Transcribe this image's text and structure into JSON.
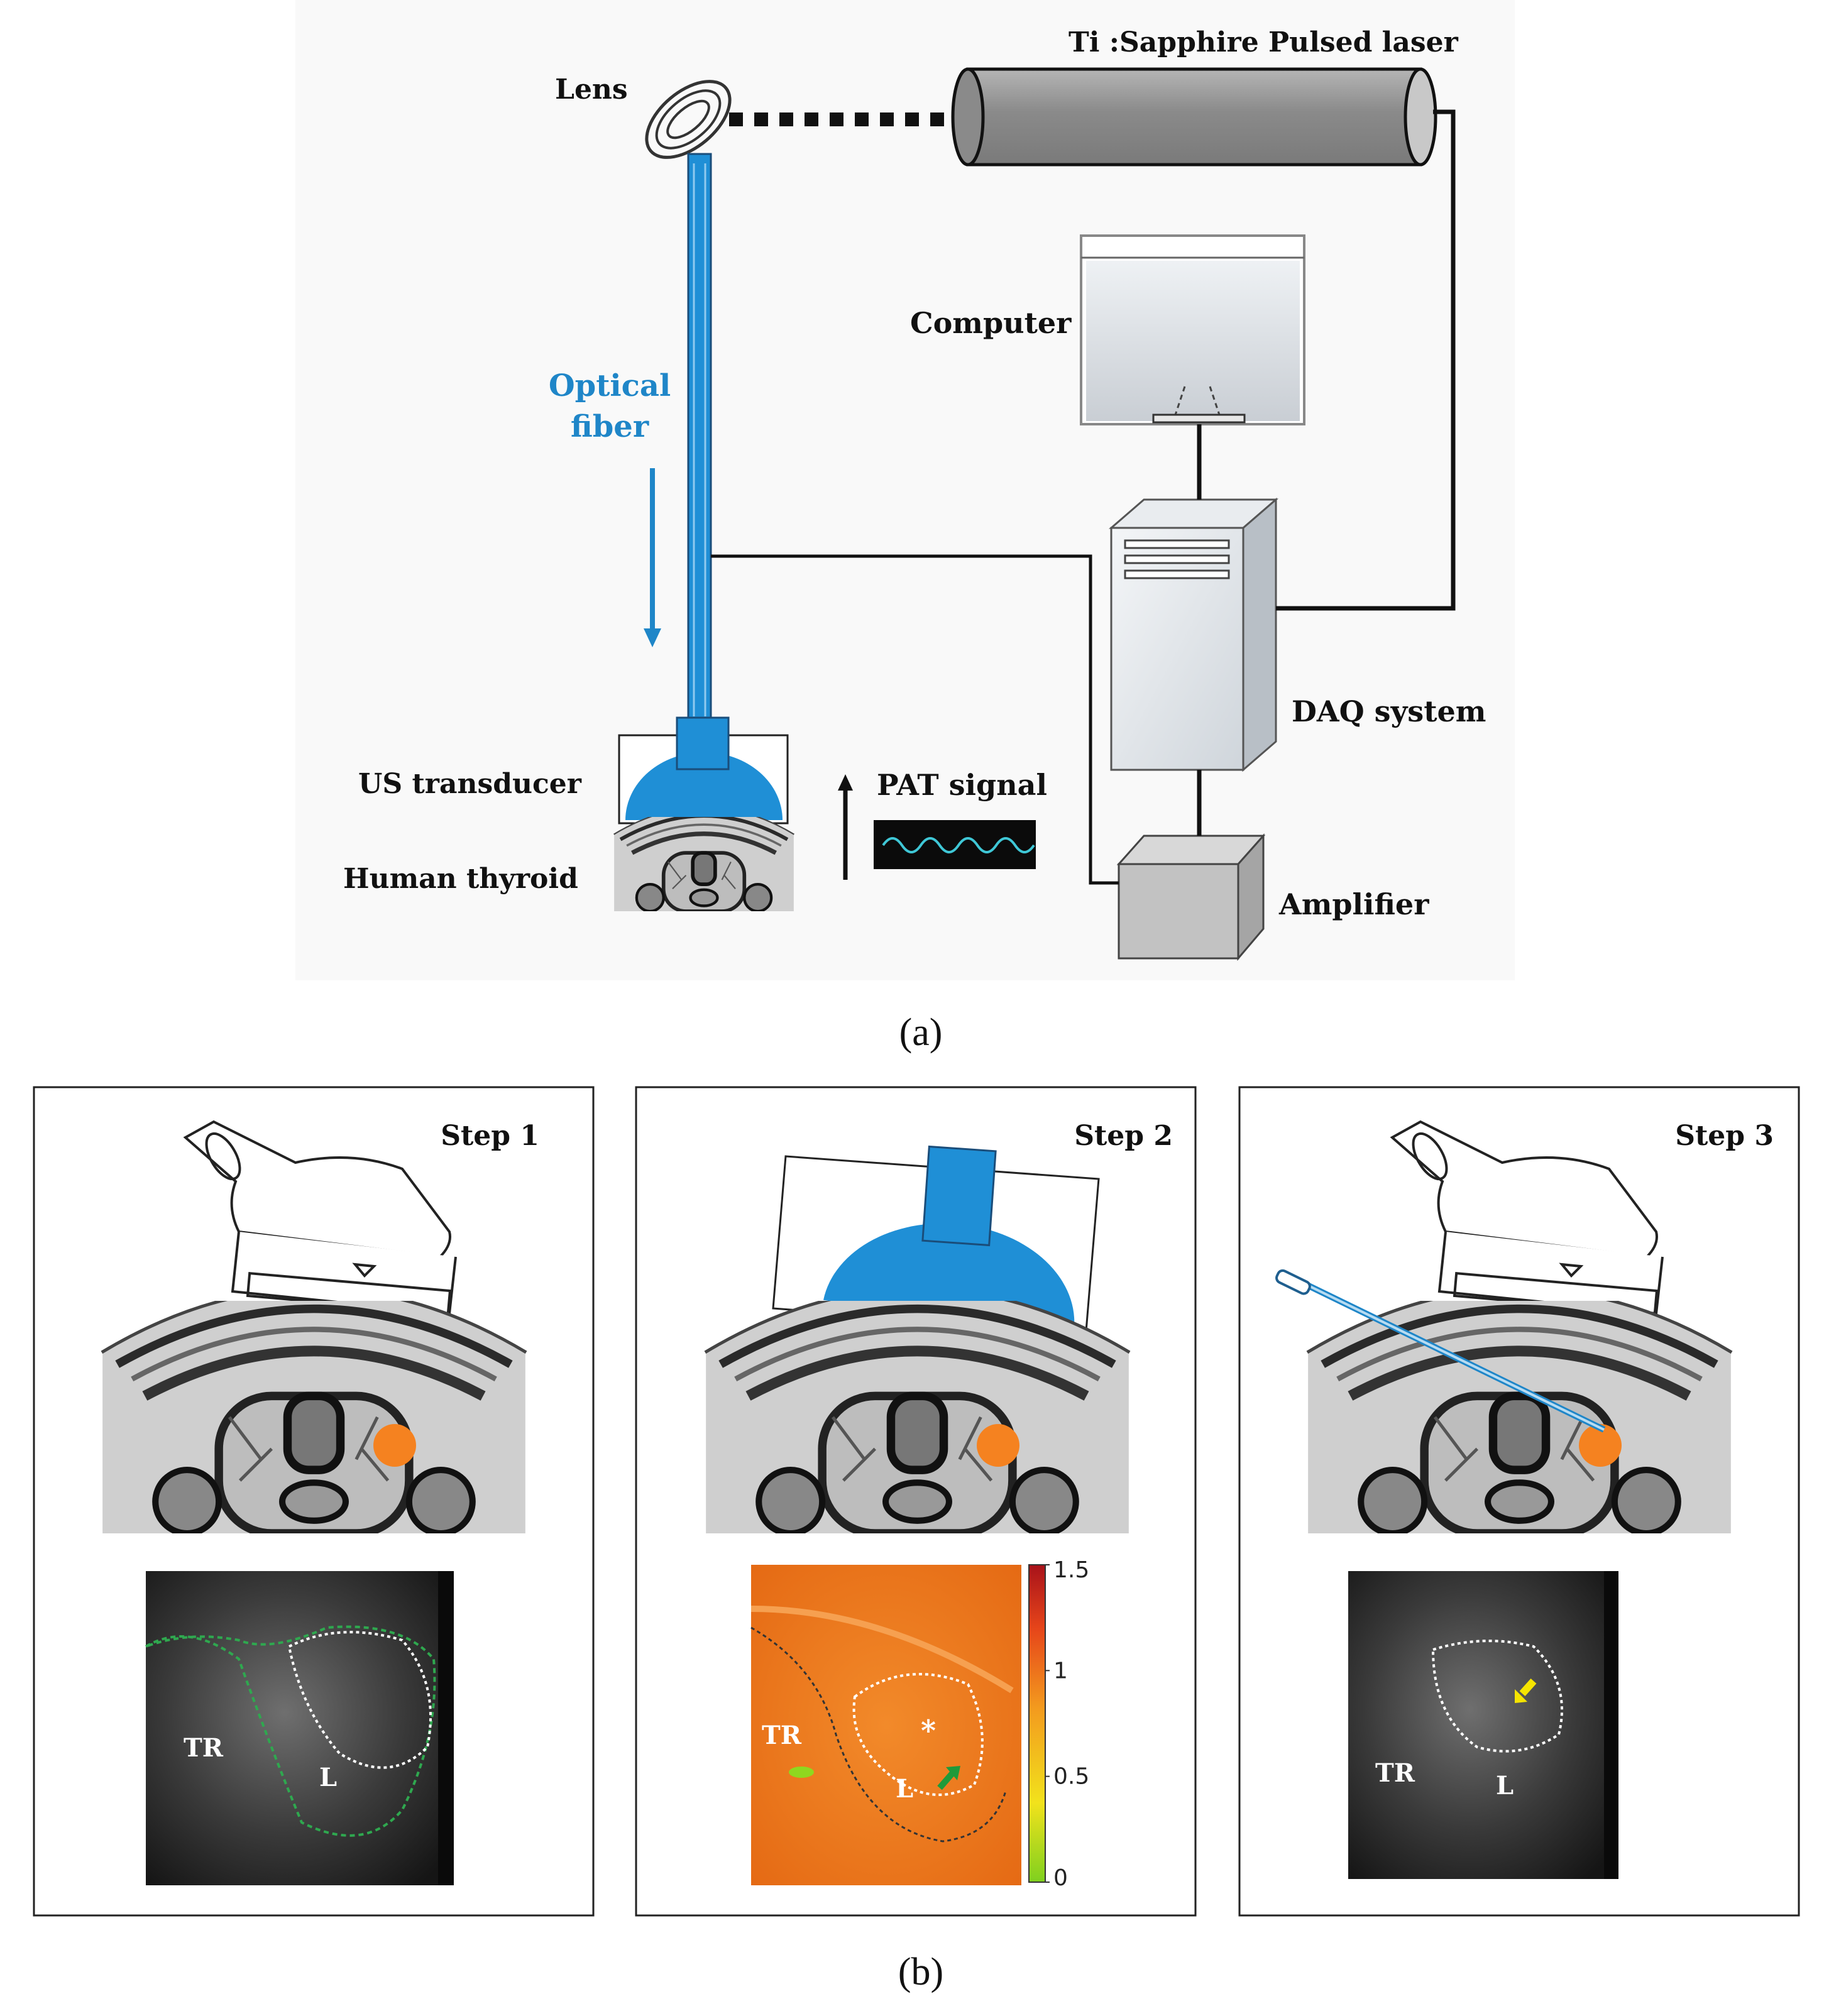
{
  "panel_a": {
    "caption": "(a)",
    "labels": {
      "laser": "Ti :Sapphire Pulsed laser",
      "lens": "Lens",
      "computer": "Computer",
      "optical_fiber_1": "Optical",
      "optical_fiber_2": "fiber",
      "daq": "DAQ system",
      "us_transducer": "US transducer",
      "pat_signal": "PAT signal",
      "human_thyroid": "Human thyroid",
      "amplifier": "Amplifier"
    }
  },
  "panel_b": {
    "caption": "(b)",
    "steps": [
      {
        "title": "Step 1",
        "us_labels": [
          "TR",
          "L"
        ]
      },
      {
        "title": "Step 2",
        "us_labels": [
          "TR",
          "L",
          "*"
        ]
      },
      {
        "title": "Step 3",
        "us_labels": [
          "TR",
          "L"
        ]
      }
    ],
    "colorbar": {
      "ticks": [
        "1.5",
        "1",
        "0.5",
        "0"
      ],
      "range": [
        0,
        1.5
      ]
    }
  },
  "colors": {
    "fiber_blue": "#1f8fd6",
    "nodule_orange": "#f58220",
    "pat_map_orange": "#ec7a1e",
    "thyroid_outline": "#2fa84f",
    "arrow_yellow": "#f5e400"
  }
}
